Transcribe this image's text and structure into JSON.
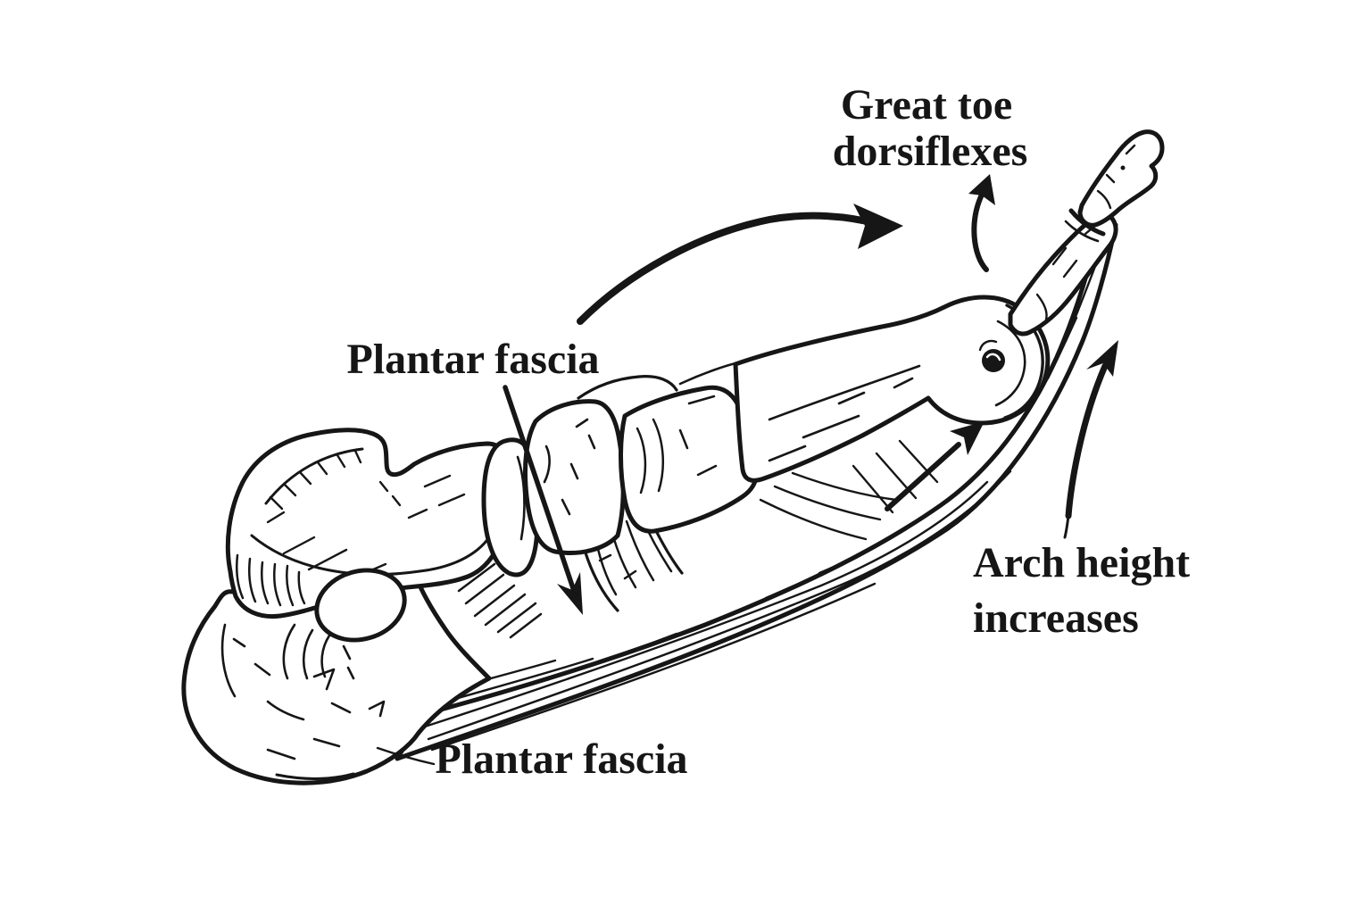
{
  "figure": {
    "kind": "anatomical line drawing",
    "background_color": "#ffffff",
    "ink_color": "#161616"
  },
  "labels": {
    "great_toe": {
      "line1": "Great toe",
      "line2": "dorsiflexes"
    },
    "plantar_fascia_top": "Plantar fascia",
    "plantar_fascia_bottom": "Plantar fascia",
    "arch_height": {
      "line1": "Arch height",
      "line2": "increases"
    }
  },
  "icons": {
    "toe_sweep_arrow": "large curved arrow pointing right toward the great toe",
    "dorsiflexion_arrow": "small curved arrow pointing up beside the toe",
    "fascia_pointer_arrow": "straight arrow pointing down-right from the Plantar fascia label",
    "fascia_tension_arrow": "short arrow pointing up-right along the plantar fascia",
    "arch_height_arrow": "long arrow pointing up-right beside the arch",
    "label_leader_line": "thin leader line from heel to Plantar fascia label"
  }
}
